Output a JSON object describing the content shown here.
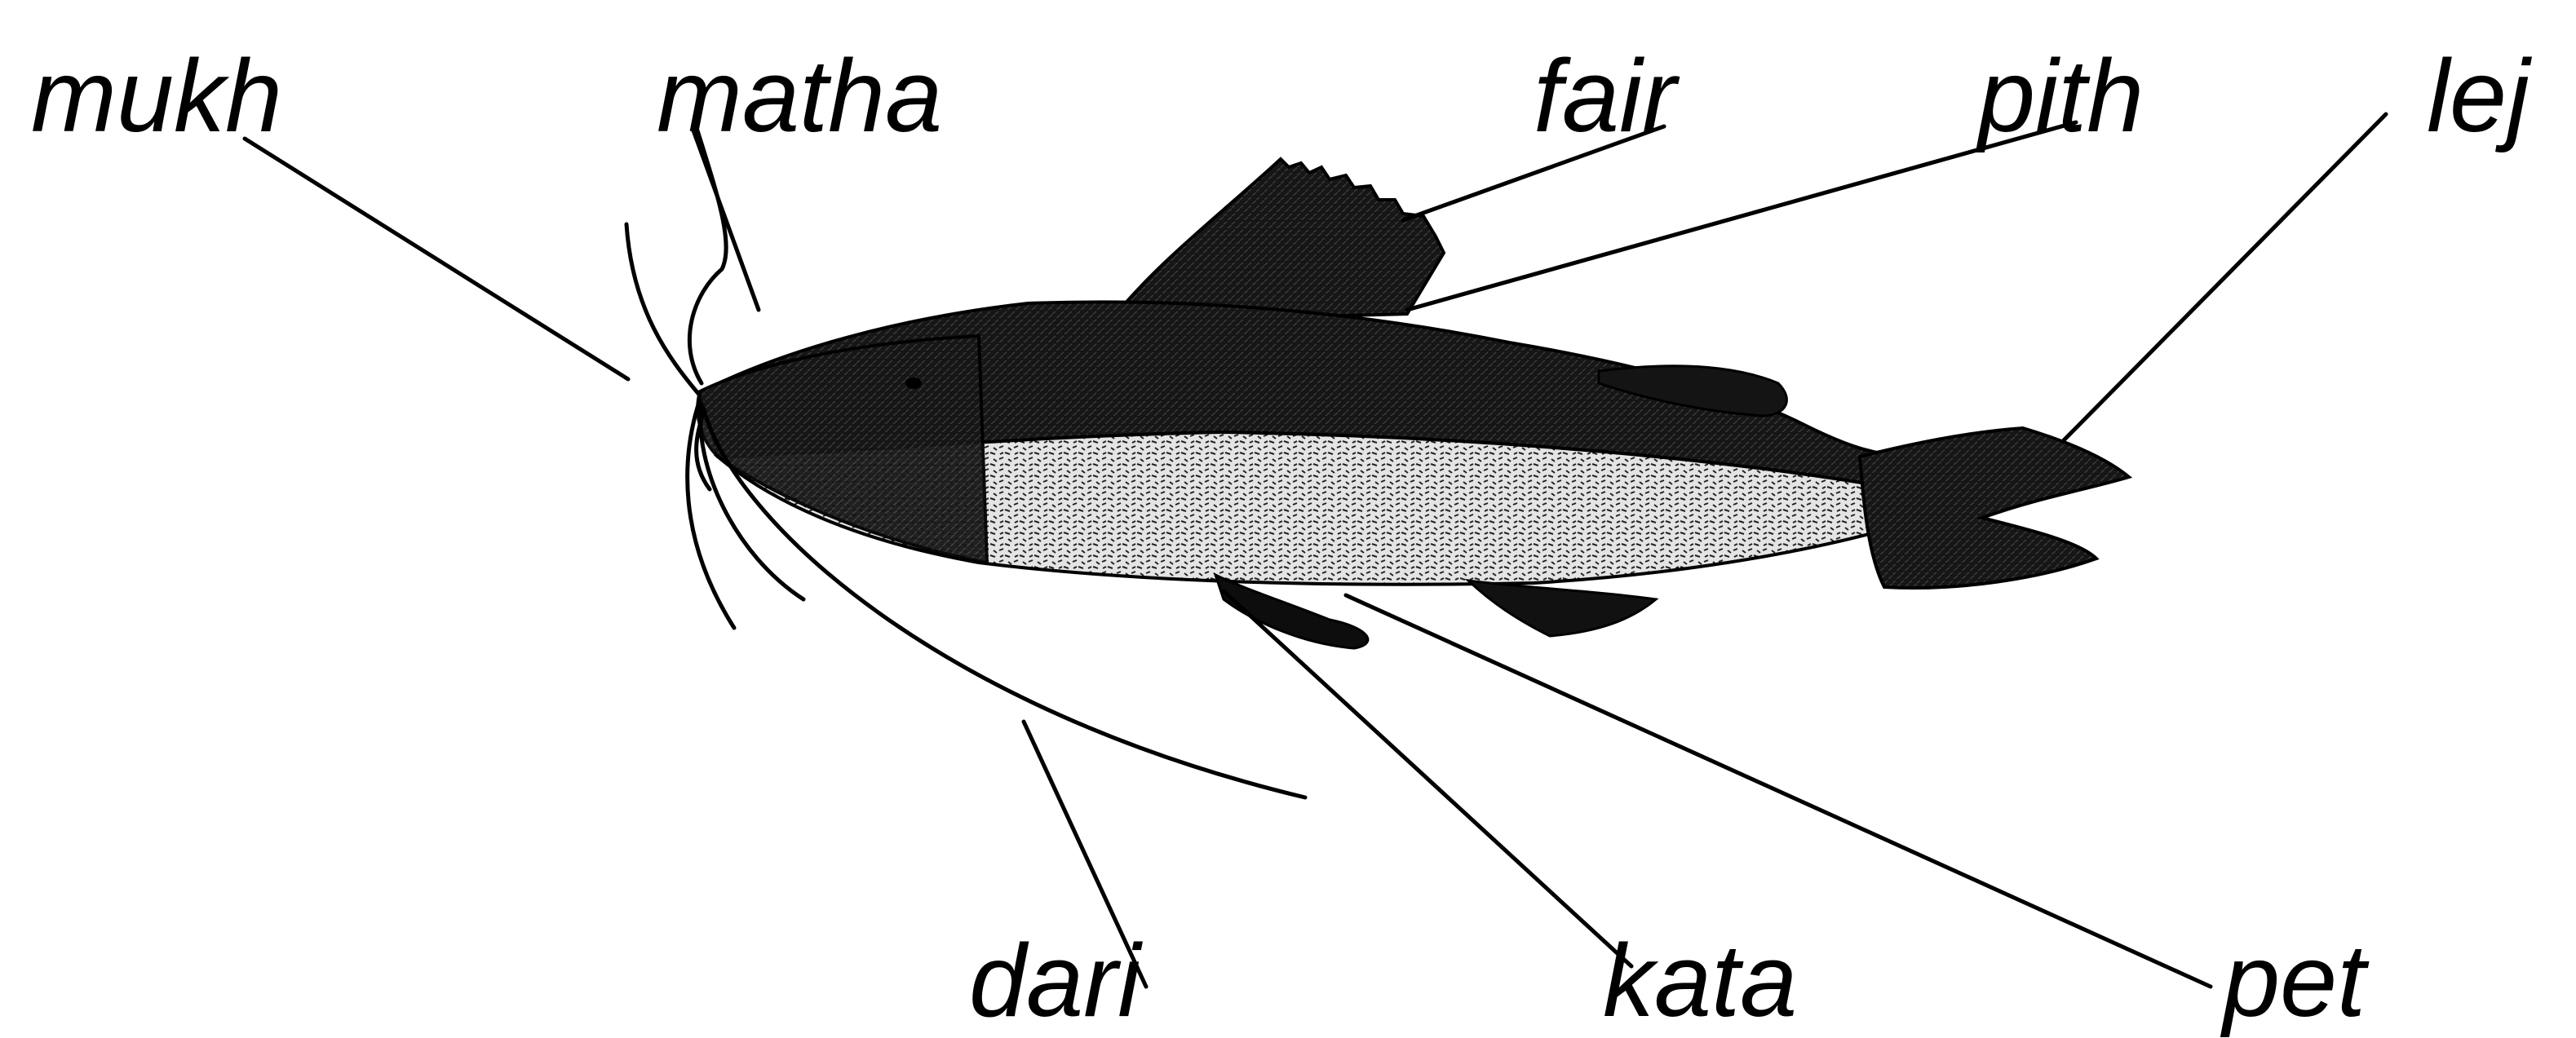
{
  "diagram": {
    "labels": {
      "mukh": "mukh",
      "matha": "matha",
      "fair": "fair",
      "pith": "pith",
      "lej": "lej",
      "dari": "dari",
      "kata": "kata",
      "pet": "pet"
    },
    "colors": {
      "ink": "#000000",
      "body_dark": "#1a1a1a",
      "belly": "#d8d8d8",
      "background": "#ffffff"
    }
  }
}
